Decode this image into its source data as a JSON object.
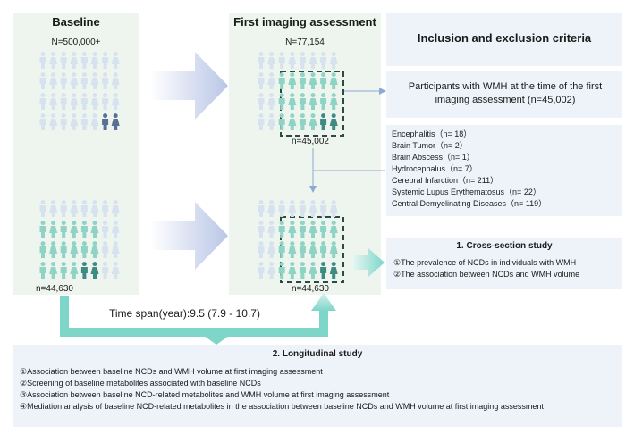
{
  "baseline": {
    "title": "Baseline",
    "n_top": "N=500,000+",
    "n_bottom": "n=44,630"
  },
  "first_imaging": {
    "title": "First imaging assessment",
    "n_top": "N=77,154",
    "n_mid": "n=45,002",
    "n_bottom": "n=44,630"
  },
  "criteria": {
    "title": "Inclusion and exclusion criteria",
    "inclusion": "Participants with WMH at the time of the first imaging assessment (n=45,002)",
    "exclusions": [
      "Encephalitis（n= 18）",
      "Brain Tumor（n= 2）",
      "Brain Abscess（n= 1）",
      "Hydrocephalus（n= 7）",
      "Cerebral Infarction（n= 211）",
      "Systemic Lupus Erythematosus（n= 22）",
      "Central Demyelinating Diseases（n= 119）"
    ]
  },
  "cross_section": {
    "title": "1. Cross-section study",
    "items": [
      "①The prevalence of NCDs in individuals with WMH",
      "②The association between NCDs and WMH volume"
    ]
  },
  "time_span": "Time span(year):9.5 (7.9 - 10.7)",
  "longitudinal": {
    "title": "2. Longitudinal study",
    "items": [
      "①Association between baseline NCDs and WMH volume at first imaging assessment",
      "②Screening of baseline metabolites associated with baseline NCDs",
      "③Association between baseline NCD-related metabolites and WMH volume at first imaging assessment",
      "④Mediation analysis of baseline NCD-related metabolites in the association between baseline NCDs and WMH volume at first imaging assessment"
    ]
  },
  "colors": {
    "panel_bg": "#edf5ee",
    "box_bg": "#eef3f9",
    "faded_person": "#d6e2ef",
    "teal_person": "#8fd3c5",
    "dark_teal_person": "#3f8b84",
    "navy_person": "#5a6f95",
    "dashed_border": "#2a4a44",
    "arrow_blue": "#b9c6e6",
    "teal_connector": "#7dd6c8",
    "line_blue": "#8fa8d6"
  }
}
